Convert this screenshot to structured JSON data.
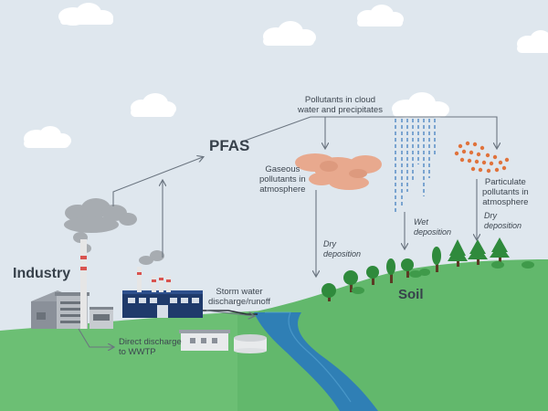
{
  "labels": {
    "industry": "Industry",
    "pfas": "PFAS",
    "soil": "Soil",
    "cloud_precip": [
      "Pollutants in  cloud",
      "water and precipitates"
    ],
    "gaseous": [
      "Gaseous",
      "pollutants in",
      "atmosphere"
    ],
    "particulate": [
      "Particulate",
      "pollutants in",
      "atmosphere"
    ],
    "dry_deposition_1": [
      "Dry",
      "deposition"
    ],
    "wet_deposition": [
      "Wet",
      "deposition"
    ],
    "dry_deposition_2": [
      "Dry",
      "deposition"
    ],
    "storm_water": [
      "Storm water",
      "discharge/runoff"
    ],
    "direct_discharge": [
      "Direct discharge",
      "to WWTP"
    ]
  },
  "colors": {
    "sky": "#dfe7ee",
    "ground": "#6cbf74",
    "hill": "#62b86c",
    "river": "#2f7fb5",
    "factory_blue": "#1f3a6b",
    "gaseous_cloud": "#e8a98e",
    "particles": "#e0733c",
    "rain": "#4f88c4",
    "arrow": "#6b7580",
    "smoke": "#a7acb1",
    "tree": "#2f8a3c"
  }
}
